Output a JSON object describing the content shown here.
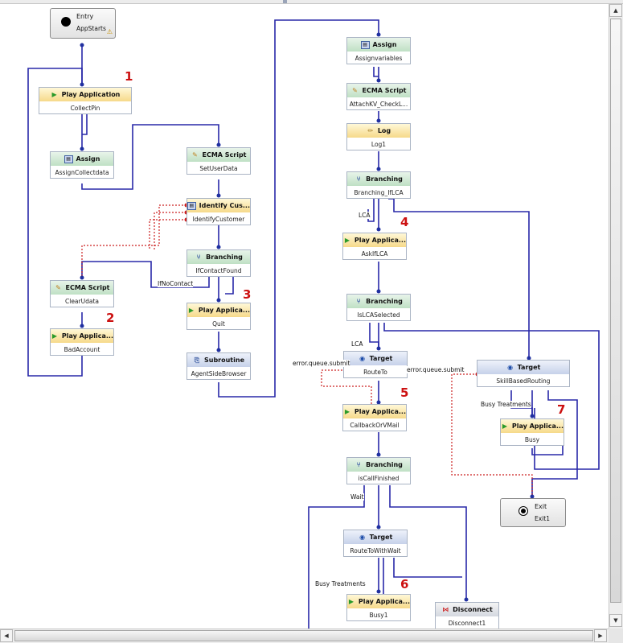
{
  "nodes": {
    "entry": {
      "title": "Entry",
      "name": "AppStarts"
    },
    "exit": {
      "title": "Exit",
      "name": "Exit1"
    },
    "collect_pin": {
      "type": "Play Application",
      "name": "CollectPin"
    },
    "assign_collect": {
      "type": "Assign",
      "name": "AssignCollectdata"
    },
    "clear_udata": {
      "type": "ECMA Script",
      "name": "ClearUdata"
    },
    "bad_account": {
      "type": "Play Applica...",
      "name": "BadAccount"
    },
    "set_user_data": {
      "type": "ECMA Script",
      "name": "SetUserData"
    },
    "identify_customer": {
      "type": "Identify Cus...",
      "name": "IdentifyCustomer"
    },
    "if_contact_found": {
      "type": "Branching",
      "name": "IfContactFound"
    },
    "quit": {
      "type": "Play Applica...",
      "name": "Quit"
    },
    "agent_side_browser": {
      "type": "Subroutine",
      "name": "AgentSideBrowser"
    },
    "assign_variables": {
      "type": "Assign",
      "name": "Assignvariables"
    },
    "attach_kv": {
      "type": "ECMA Script",
      "name": "AttachKV_CheckL..."
    },
    "log1": {
      "type": "Log",
      "name": "Log1"
    },
    "branching_if_lca": {
      "type": "Branching",
      "name": "Branching_IfLCA"
    },
    "ask_if_lca": {
      "type": "Play Applica...",
      "name": "AskIfLCA"
    },
    "is_lca_selected": {
      "type": "Branching",
      "name": "IsLCASelected"
    },
    "route_to": {
      "type": "Target",
      "name": "RouteTo"
    },
    "callback_or_vmail": {
      "type": "Play Applica...",
      "name": "CallbackOrVMail"
    },
    "is_call_finished": {
      "type": "Branching",
      "name": "isCallFinished"
    },
    "route_to_with_wait": {
      "type": "Target",
      "name": "RouteToWithWait"
    },
    "busy1": {
      "type": "Play Applica...",
      "name": "Busy1"
    },
    "disconnect1": {
      "type": "Disconnect",
      "name": "Disconnect1"
    },
    "skill_based_routing": {
      "type": "Target",
      "name": "SkillBasedRouting"
    },
    "busy": {
      "type": "Play Applica...",
      "name": "Busy"
    }
  },
  "edge_labels": {
    "if_no_contact": "IfNoContact",
    "lca_1": "LCA",
    "lca_2": "LCA",
    "error_queue_1": "error.queue.submit",
    "error_queue_2": "error.queue.submit",
    "busy_treatments_1": "Busy Treatments",
    "busy_treatments_2": "Busy Treatments",
    "wait": "Wait"
  },
  "annotations": [
    "1",
    "2",
    "3",
    "4",
    "5",
    "6",
    "7"
  ],
  "colors": {
    "wire": "#2828a8",
    "error_wire": "#cc2020",
    "annotation": "#cc1111"
  }
}
